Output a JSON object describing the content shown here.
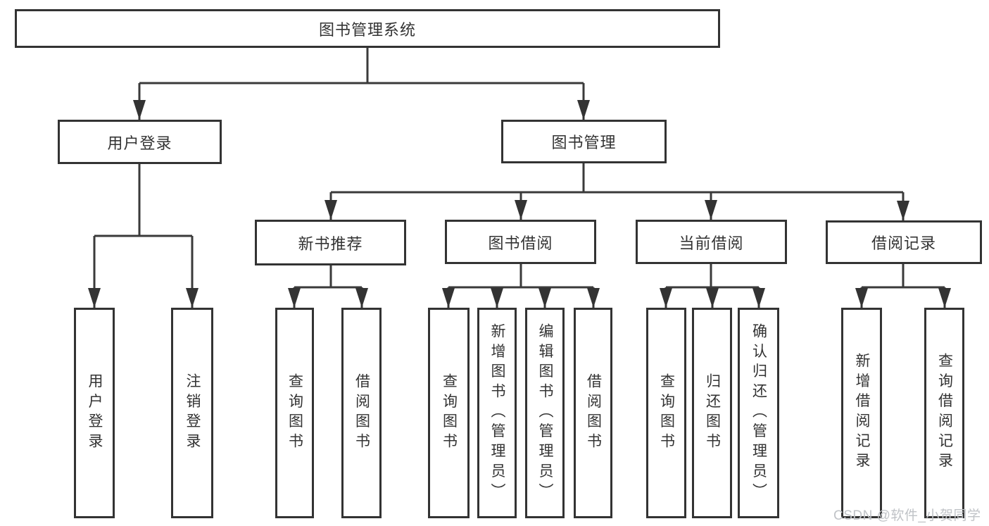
{
  "colors": {
    "background": "#ffffff",
    "border": "#333333",
    "line": "#3a3a3a",
    "text": "#333333",
    "watermark": "#c0c3c7"
  },
  "root": {
    "label": "图书管理系统"
  },
  "level2": [
    {
      "label": "用户登录"
    },
    {
      "label": "图书管理"
    }
  ],
  "level3": [
    {
      "label": "新书推荐",
      "parent": "图书管理"
    },
    {
      "label": "图书借阅",
      "parent": "图书管理"
    },
    {
      "label": "当前借阅",
      "parent": "图书管理"
    },
    {
      "label": "借阅记录",
      "parent": "图书管理"
    }
  ],
  "leaves": [
    {
      "label": "用户登录",
      "parent": "用户登录"
    },
    {
      "label": "注销登录",
      "parent": "用户登录"
    },
    {
      "label": "查询图书",
      "parent": "新书推荐"
    },
    {
      "label": "借阅图书",
      "parent": "新书推荐"
    },
    {
      "label": "查询图书",
      "parent": "图书借阅"
    },
    {
      "label": "新增图书（管理员）",
      "parent": "图书借阅"
    },
    {
      "label": "编辑图书（管理员）",
      "parent": "图书借阅"
    },
    {
      "label": "借阅图书",
      "parent": "图书借阅"
    },
    {
      "label": "查询图书",
      "parent": "当前借阅"
    },
    {
      "label": "归还图书",
      "parent": "当前借阅"
    },
    {
      "label": "确认归还（管理员）",
      "parent": "当前借阅"
    },
    {
      "label": "新增借阅记录",
      "parent": "借阅记录"
    },
    {
      "label": "查询借阅记录",
      "parent": "借阅记录"
    }
  ],
  "watermark": "CSDN @软件_小贺同学"
}
